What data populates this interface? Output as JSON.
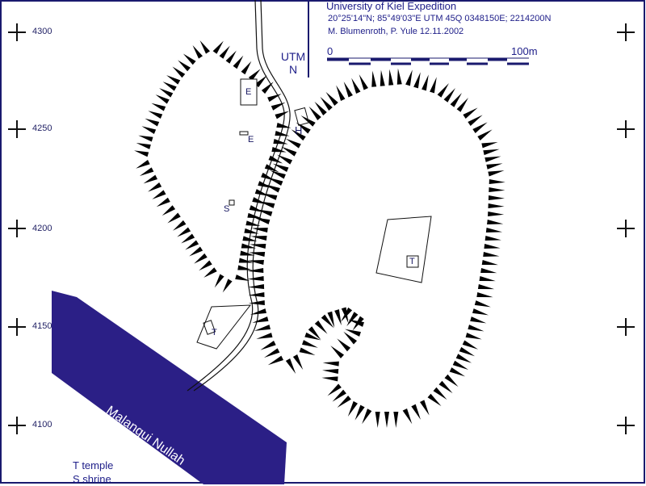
{
  "header": {
    "expedition": "University of Kiel Expedition",
    "coords": "20°25'14\"N; 85°49'03\"E  UTM 45Q 0348150E; 2214200N",
    "authors": "M. Blumenroth, P. Yule 12.11.2002"
  },
  "north_arrow": {
    "line1": "UTM",
    "line2": "N"
  },
  "scale": {
    "start": "0",
    "end": "100m"
  },
  "grid_labels": [
    "4300",
    "4250",
    "4200",
    "4150",
    "4100"
  ],
  "features": {
    "e_big": "E",
    "e_small": "E",
    "h": "H",
    "s": "S",
    "t_lower": "T",
    "t_upper": "T"
  },
  "river": {
    "name": "Malangui Nullah"
  },
  "legend": {
    "t": "T temple",
    "s": "S shrine"
  },
  "colors": {
    "ink": "#1a1a6e",
    "river": "#2b1f86",
    "hachure": "#000000"
  }
}
